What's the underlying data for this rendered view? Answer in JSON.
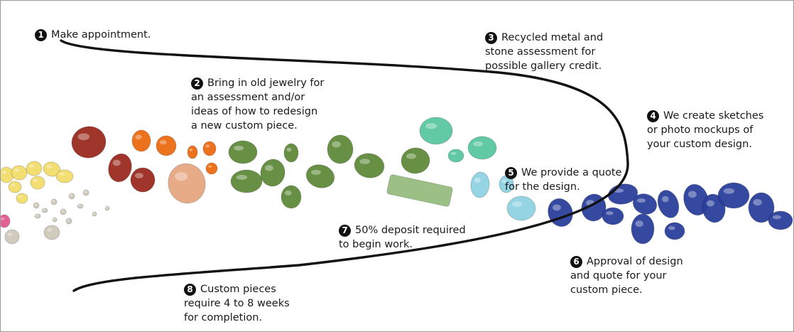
{
  "steps": [
    {
      "number": "1",
      "lines": [
        "Make appointment."
      ]
    },
    {
      "number": "2",
      "lines": [
        "Bring in old jewelry for",
        "an assessment and/or",
        "ideas of how to redesign",
        "a new custom piece."
      ]
    },
    {
      "number": "3",
      "lines": [
        "Recycled metal and",
        "stone assessment for",
        "possible gallery credit."
      ]
    },
    {
      "number": "4",
      "lines": [
        "We create sketches",
        "or photo mockups of",
        "your custom design."
      ]
    },
    {
      "number": "5",
      "lines": [
        "We provide a quote",
        "for the design."
      ]
    },
    {
      "number": "6",
      "lines": [
        "Approval of design",
        "and quote for your",
        "custom piece."
      ]
    },
    {
      "number": "7",
      "lines": [
        "50% deposit required",
        "to begin work."
      ]
    },
    {
      "number": "8",
      "lines": [
        "Custom pieces",
        "require 4 to 8 weeks",
        "for completion."
      ]
    }
  ],
  "gem_colors": {
    "yellow": "#f2dc6a",
    "diamond": "#c9c2b3",
    "pink": "#e05a8f",
    "red": "#9a2a20",
    "orange": "#ec6a12",
    "peach": "#e6a681",
    "green": "#5f8a3a",
    "mint": "#58c7a0",
    "aqua": "#8ed2e2",
    "blue": "#2a3f9c"
  }
}
